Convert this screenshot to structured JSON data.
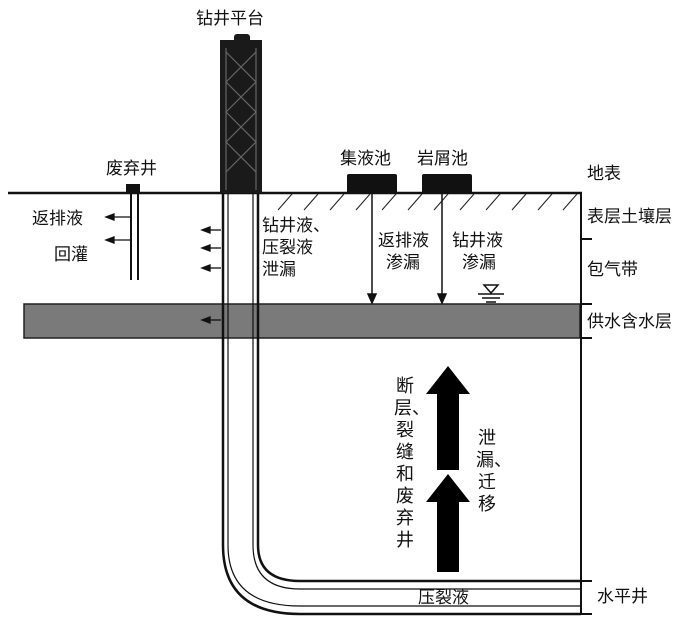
{
  "labels": {
    "rig": "钻井平台",
    "abandoned_well": "废弃井",
    "liquid_pool": "集液池",
    "cuttings_pool": "岩屑池",
    "surface": "地表",
    "topsoil": "表层土壤层",
    "vadose_zone": "包气带",
    "aquifer": "供水含水层",
    "horizontal_well": "水平井",
    "flowback_reinjection_1": "返排液",
    "flowback_reinjection_2": "回灌",
    "drilling_leak_1": "钻井液、",
    "drilling_leak_2": "压裂液",
    "drilling_leak_3": "泄漏",
    "flowback_seep_1": "返排液",
    "flowback_seep_2": "渗漏",
    "drilling_seep_1": "钻井液",
    "drilling_seep_2": "渗漏",
    "pathway_vertical": "断层、裂缝和废弃井",
    "leak_vertical": "泄漏、迁移",
    "fracturing_fluid": "压裂液"
  },
  "colors": {
    "aquifer_fill": "#7a7a7a",
    "line": "#111111",
    "arrow": "#000000"
  }
}
